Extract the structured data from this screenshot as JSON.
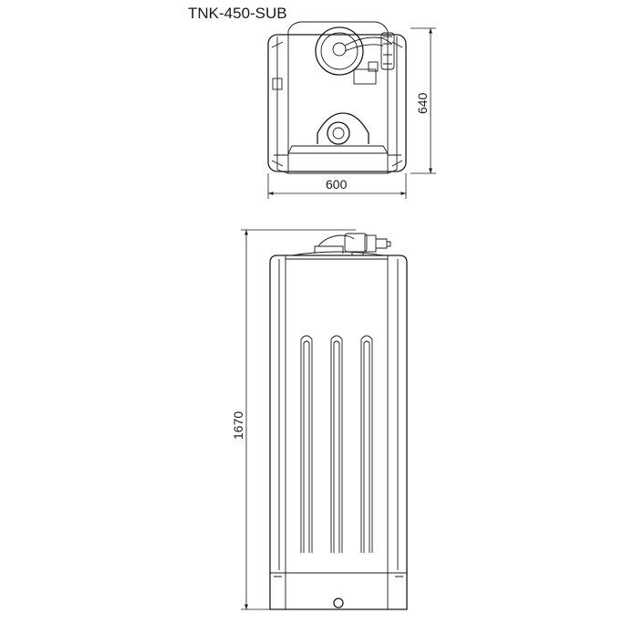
{
  "title": "TNK-450-SUB",
  "top_view": {
    "width_label": "600",
    "depth_label": "640"
  },
  "front_view": {
    "height_label": "1670"
  }
}
